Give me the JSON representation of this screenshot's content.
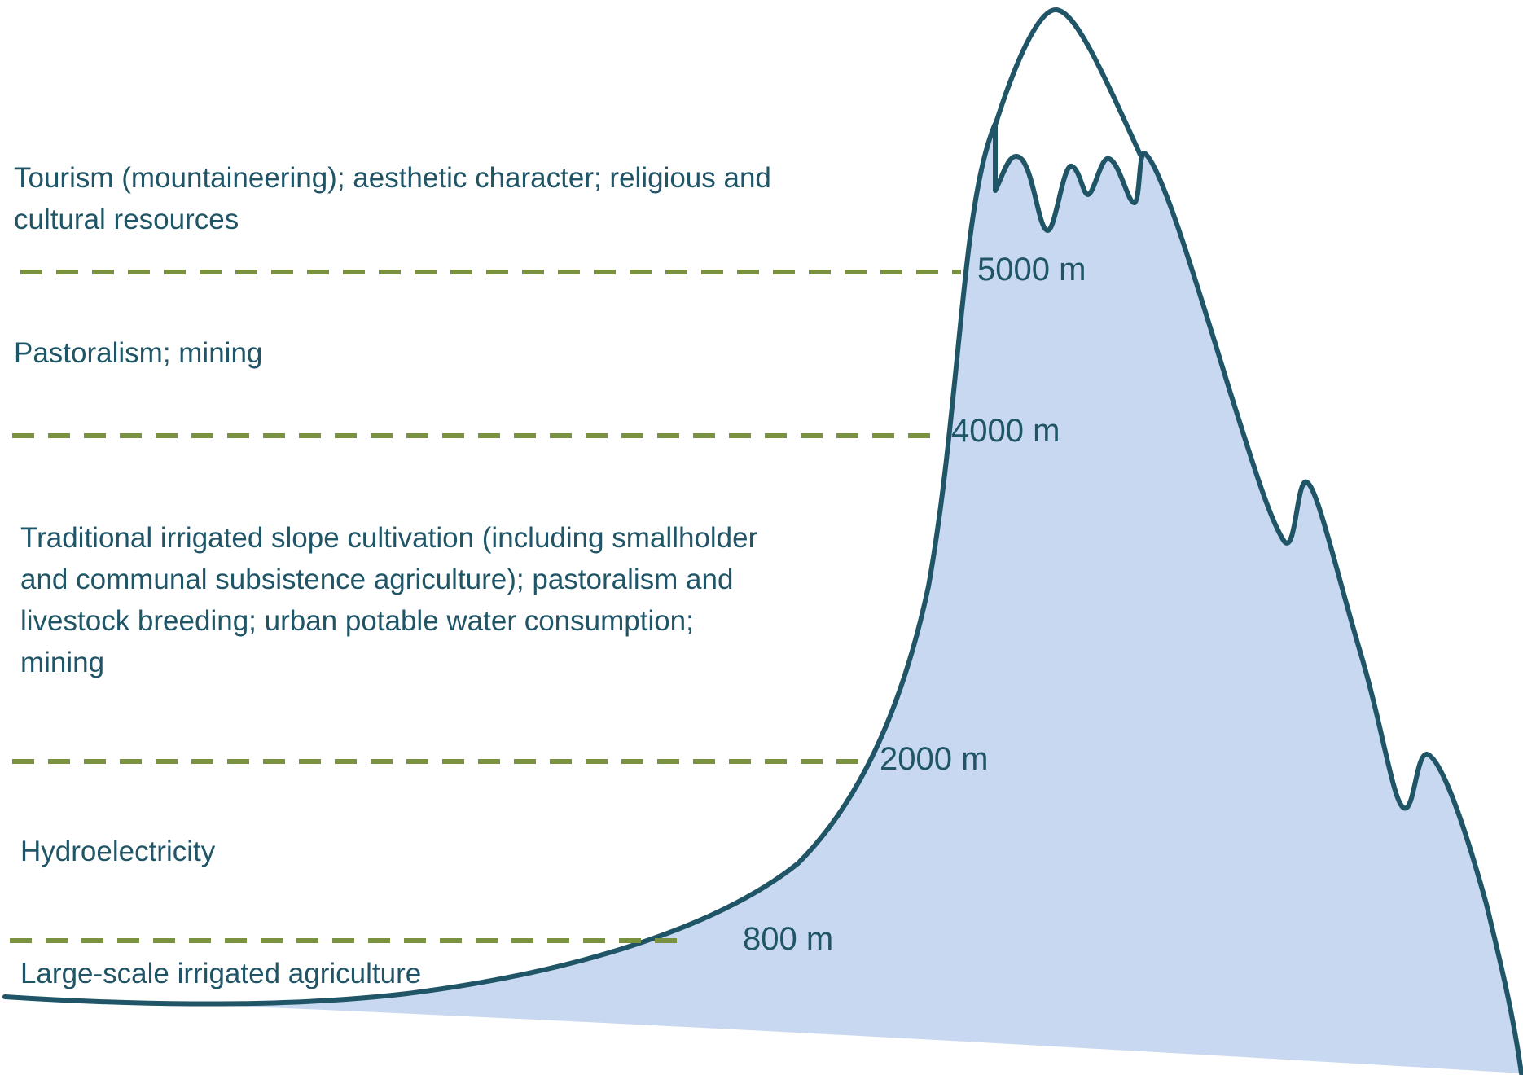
{
  "colors": {
    "mountain_fill": "#c7d8f0",
    "mountain_outline": "#1f5566",
    "dashed_line": "#7a9140",
    "text": "#1f5566"
  },
  "zones": {
    "summit": {
      "lines": [
        "Tourism (mountaineering); aesthetic character; religious and",
        "cultural resources"
      ]
    },
    "high_alpine": {
      "lines": [
        "Pastoralism; mining"
      ]
    },
    "mid_slope": {
      "lines": [
        "Traditional irrigated slope cultivation (including smallholder",
        "and communal subsistence agriculture);  pastoralism and",
        "livestock breeding; urban potable water consumption;",
        "mining"
      ]
    },
    "lower_slope": {
      "lines": [
        "Hydroelectricity"
      ]
    },
    "lowland": {
      "lines": [
        "Large-scale irrigated agriculture"
      ]
    }
  },
  "elevations": [
    {
      "label": "5000 m"
    },
    {
      "label": "4000 m"
    },
    {
      "label": "2000 m"
    },
    {
      "label": "800 m"
    }
  ]
}
